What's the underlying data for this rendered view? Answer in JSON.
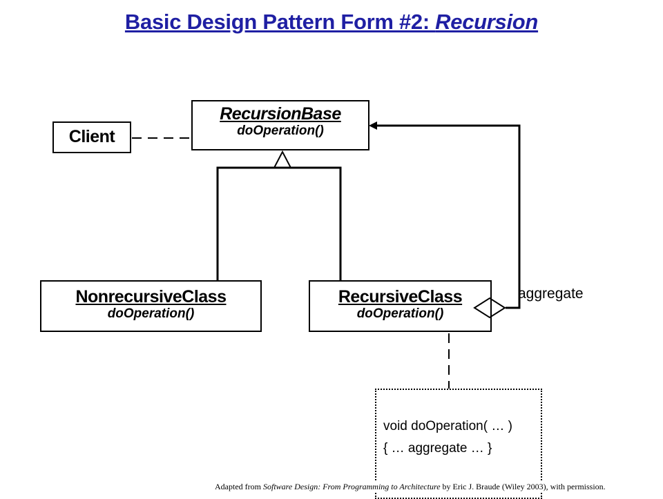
{
  "title": {
    "main": "Basic Design Pattern Form #2: ",
    "emphasis": "Recursion"
  },
  "classes": {
    "client": {
      "name": "Client"
    },
    "recursion_base": {
      "name": "RecursionBase",
      "operation": "doOperation()"
    },
    "nonrecursive": {
      "name": "NonrecursiveClass",
      "operation": "doOperation()"
    },
    "recursive": {
      "name": "RecursiveClass",
      "operation": "doOperation()"
    }
  },
  "relations": {
    "aggregate_label": "aggregate"
  },
  "note": {
    "line1": "void doOperation( … )",
    "line2": "{ … aggregate … }"
  },
  "credit": {
    "prefix": "Adapted from ",
    "book": "Software Design: From Programming to Architecture",
    "suffix": " by Eric J. Braude (Wiley  2003), with permission."
  }
}
